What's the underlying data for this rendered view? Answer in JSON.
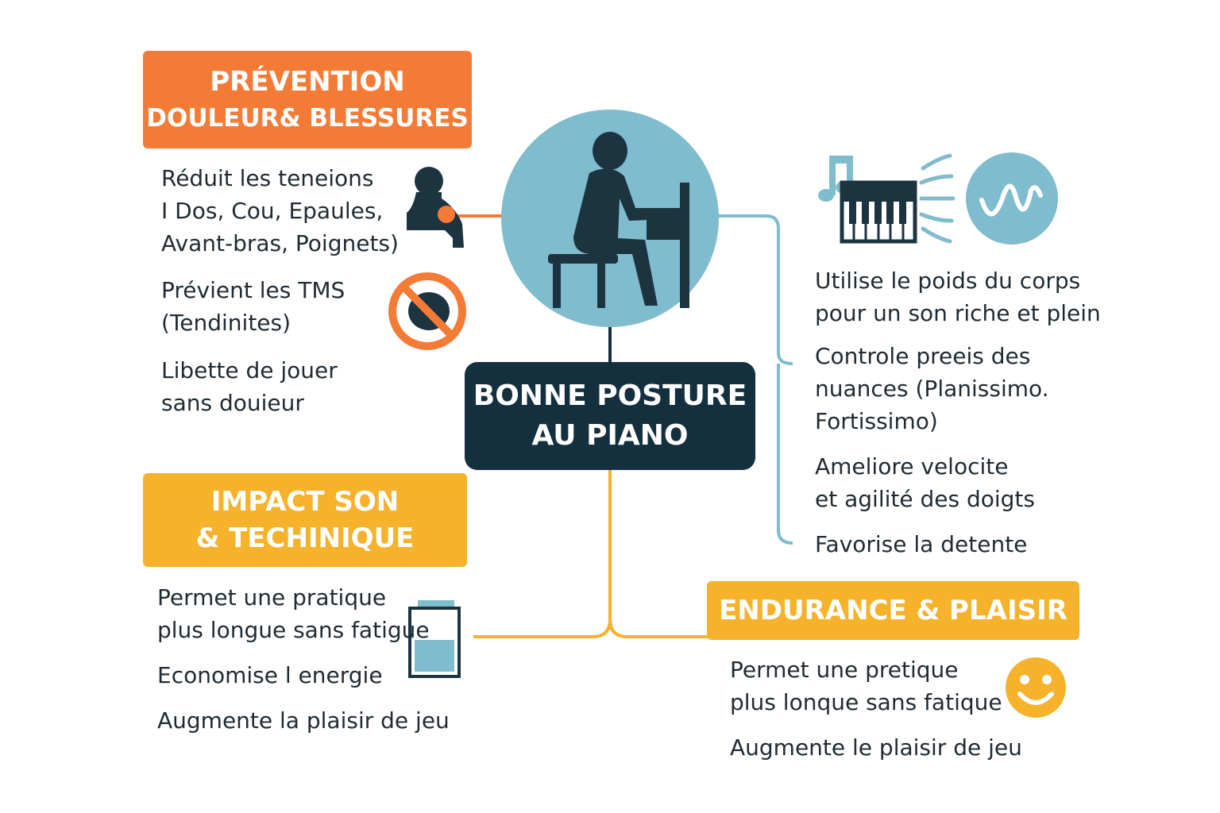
{
  "colors": {
    "orange": "#f47b36",
    "gold": "#f5b22a",
    "teal": "#7fbccd",
    "navy": "#14303f",
    "figure": "#1c3340"
  },
  "center": {
    "line1": "BONNE POSTURE",
    "line2": "AU PIANO"
  },
  "prevention": {
    "title1": "PRÉVENTION",
    "title2": "DOULEUR& BLESSURES",
    "items": [
      [
        "Réduit les teneions",
        "I Dos, Cou, Epaules,",
        "Avant-bras, Poignets)"
      ],
      [
        "Prévient les TMS",
        "(Tendinites)"
      ],
      [
        "Libette de jouer",
        "sans douieur"
      ]
    ]
  },
  "sound": {
    "items": [
      [
        "Utilise le poids du corps",
        "pour un son riche et plein"
      ],
      [
        "Controle preeis des",
        "nuances (Planissimo.",
        "Fortissimo)"
      ],
      [
        "Ameliore velocite",
        "et agilité des doigts"
      ],
      [
        "Favorise la detente"
      ]
    ]
  },
  "impact": {
    "title1": "IMPACT SON",
    "title2": "& TECHINIQUE",
    "items": [
      [
        "Permet une pratique",
        "plus longue sans fatigue"
      ],
      [
        "Economise l energie"
      ],
      [
        "Augmente la plaisir de jeu"
      ]
    ]
  },
  "endurance": {
    "title": "ENDURANCE & PLAISIR",
    "items": [
      [
        "Permet une pretique",
        "plus lonque sans fatique"
      ],
      [
        "Augmente le plaisir de jeu"
      ]
    ]
  },
  "icons": [
    "pianist-icon",
    "neck-pain-icon",
    "no-pain-icon",
    "music-note-icon",
    "piano-keys-icon",
    "sound-waves-icon",
    "music-wave-icon",
    "battery-icon",
    "smiley-icon"
  ]
}
